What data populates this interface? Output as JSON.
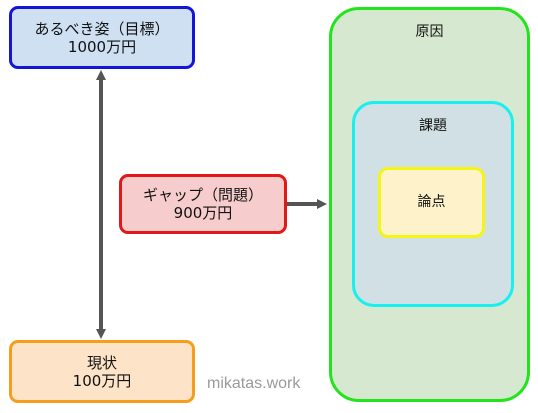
{
  "nodes": {
    "ideal": {
      "label": "あるべき姿（目標）",
      "value": "1000万円"
    },
    "current": {
      "label": "現状",
      "value": "100万円"
    },
    "gap": {
      "label": "ギャップ（問題）",
      "value": "900万円"
    },
    "cause": {
      "label": "原因"
    },
    "issue": {
      "label": "課題"
    },
    "point": {
      "label": "論点"
    }
  },
  "watermark": "mikatas.work",
  "colors": {
    "ideal_border": "#1515d8",
    "ideal_fill": "#cfe0f3",
    "current_border": "#f79d1c",
    "current_fill": "#fde3c7",
    "gap_border": "#e01818",
    "gap_fill": "#f7cccc",
    "cause_border": "#22e41a",
    "cause_fill": "#d6e8d0",
    "issue_border": "#18f0f0",
    "issue_fill": "#d0e0e4",
    "point_border": "#f5f514",
    "point_fill": "#fdf2c9",
    "arrow": "#555555"
  }
}
